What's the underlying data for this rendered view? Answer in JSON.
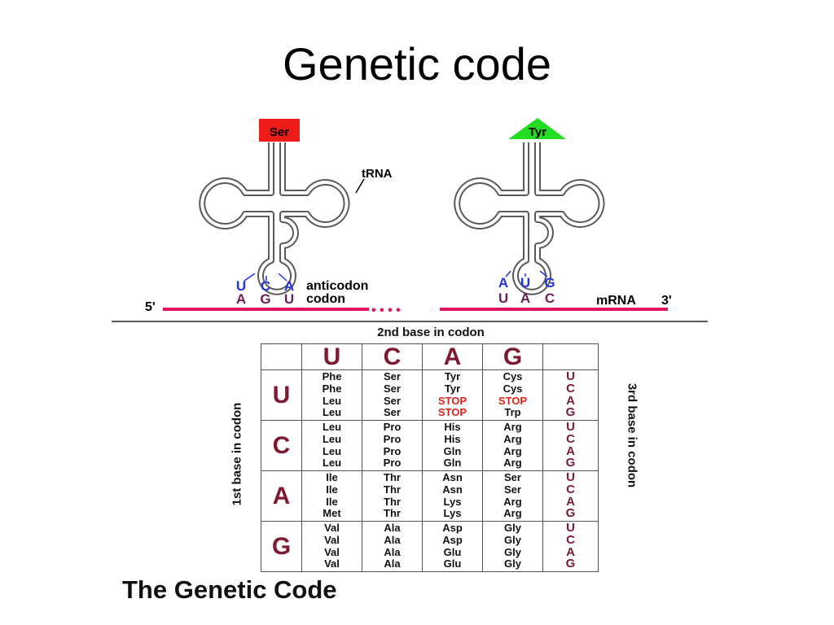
{
  "title": "Genetic code",
  "trna_left": {
    "amino_acid": "Ser",
    "anticodon": [
      "U",
      "C",
      "A"
    ],
    "codon": [
      "A",
      "G",
      "U"
    ],
    "amino_color": "#ee1c18"
  },
  "trna_right": {
    "amino_acid": "Tyr",
    "anticodon": [
      "A",
      "U",
      "G"
    ],
    "codon": [
      "U",
      "A",
      "C"
    ],
    "amino_color": "#22dd22"
  },
  "labels": {
    "trna": "tRNA",
    "anticodon": "anticodon",
    "codon": "codon",
    "five_prime": "5'",
    "mrna": "mRNA",
    "three_prime": "3'",
    "dots": "• • • •"
  },
  "colors": {
    "mrna": "#e0135f",
    "anticodon_letters": "#2233dd",
    "codon_letters": "#6a1e55",
    "base_letters": "#7d1930",
    "stop": "#e0201a"
  },
  "table": {
    "second_base_label": "2nd base in codon",
    "first_base_label": "1st base in codon",
    "third_base_label": "3rd base in codon",
    "bases": [
      "U",
      "C",
      "A",
      "G"
    ],
    "groups": [
      {
        "first": "U",
        "cols": [
          [
            "Phe",
            "Phe",
            "Leu",
            "Leu"
          ],
          [
            "Ser",
            "Ser",
            "Ser",
            "Ser"
          ],
          [
            "Tyr",
            "Tyr",
            "STOP",
            "STOP"
          ],
          [
            "Cys",
            "Cys",
            "STOP",
            "Trp"
          ]
        ],
        "third": [
          "U",
          "C",
          "A",
          "G"
        ]
      },
      {
        "first": "C",
        "cols": [
          [
            "Leu",
            "Leu",
            "Leu",
            "Leu"
          ],
          [
            "Pro",
            "Pro",
            "Pro",
            "Pro"
          ],
          [
            "His",
            "His",
            "Gln",
            "Gln"
          ],
          [
            "Arg",
            "Arg",
            "Arg",
            "Arg"
          ]
        ],
        "third": [
          "U",
          "C",
          "A",
          "G"
        ]
      },
      {
        "first": "A",
        "cols": [
          [
            "Ile",
            "Ile",
            "Ile",
            "Met"
          ],
          [
            "Thr",
            "Thr",
            "Thr",
            "Thr"
          ],
          [
            "Asn",
            "Asn",
            "Lys",
            "Lys"
          ],
          [
            "Ser",
            "Ser",
            "Arg",
            "Arg"
          ]
        ],
        "third": [
          "U",
          "C",
          "A",
          "G"
        ]
      },
      {
        "first": "G",
        "cols": [
          [
            "Val",
            "Val",
            "Val",
            "Val"
          ],
          [
            "Ala",
            "Ala",
            "Ala",
            "Ala"
          ],
          [
            "Asp",
            "Asp",
            "Glu",
            "Glu"
          ],
          [
            "Gly",
            "Gly",
            "Gly",
            "Gly"
          ]
        ],
        "third": [
          "U",
          "C",
          "A",
          "G"
        ]
      }
    ]
  },
  "caption": "The Genetic Code"
}
